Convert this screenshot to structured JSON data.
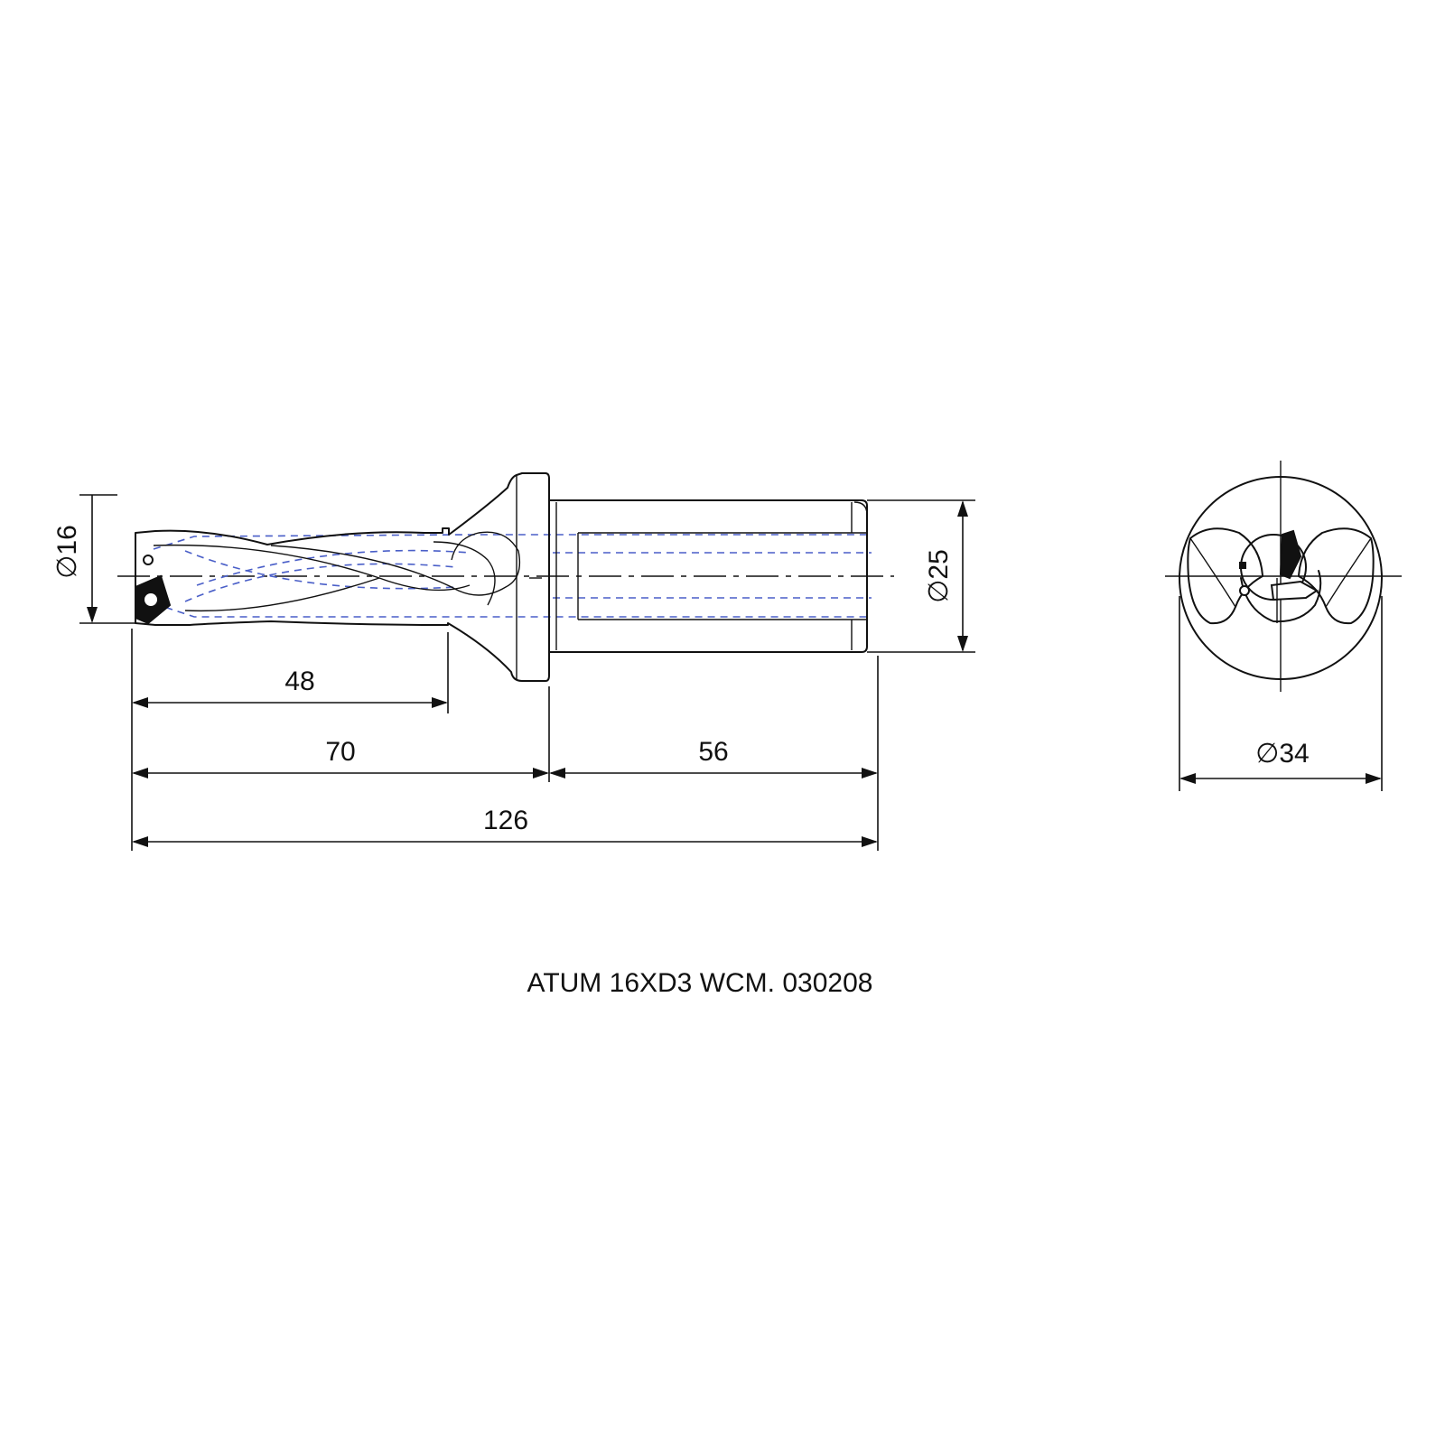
{
  "dimensions": {
    "flute_diameter": "∅16",
    "shank_diameter": "∅25",
    "flange_diameter": "∅34",
    "flute_length": "48",
    "head_length": "70",
    "shank_length": "56",
    "overall_length": "126"
  },
  "title": "ATUM 16XD3 WCM. 030208",
  "colors": {
    "outline": "#111111",
    "hidden_coolant_channels": "#4a5fc8"
  }
}
